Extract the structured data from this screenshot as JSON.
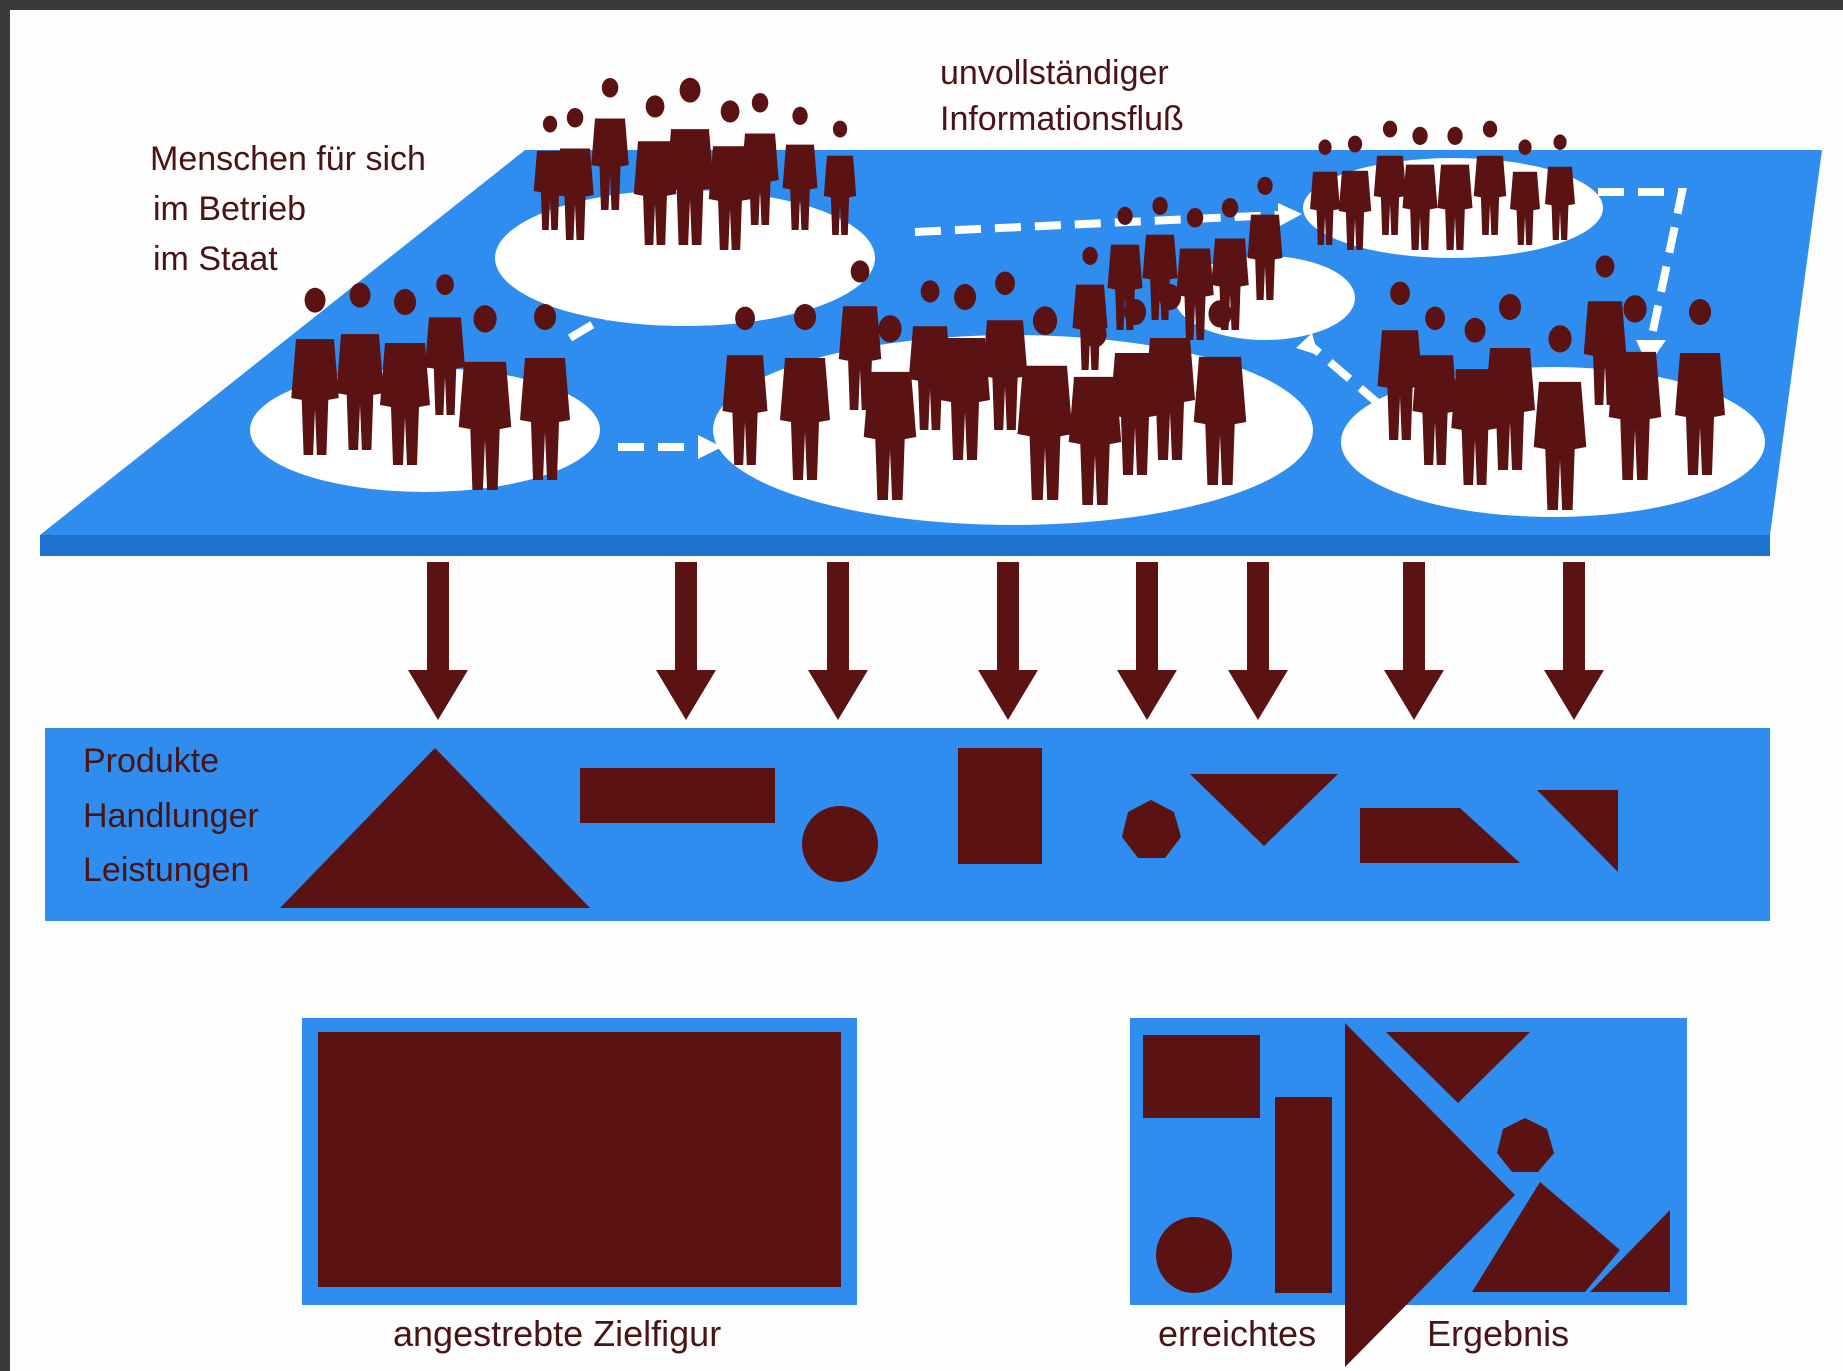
{
  "colors": {
    "blue": "#2f8df0",
    "blue_dark": "#1e72d0",
    "brown": "#5a1212",
    "white": "#ffffff",
    "text": "#4a1414"
  },
  "labels": {
    "people": [
      "Menschen für sich",
      "im Betrieb",
      "im Staat"
    ],
    "info_flow": [
      "unvollständiger",
      "Informationsfluß"
    ],
    "products": [
      "Produkte",
      "Handlunger",
      "Leistungen"
    ],
    "target": "angestrebte Zielfigur",
    "result_left": "erreichtes",
    "result_right": "Ergebnis"
  },
  "icons": {
    "person": "person-silhouette-icon",
    "arrow": "down-arrow-icon"
  }
}
